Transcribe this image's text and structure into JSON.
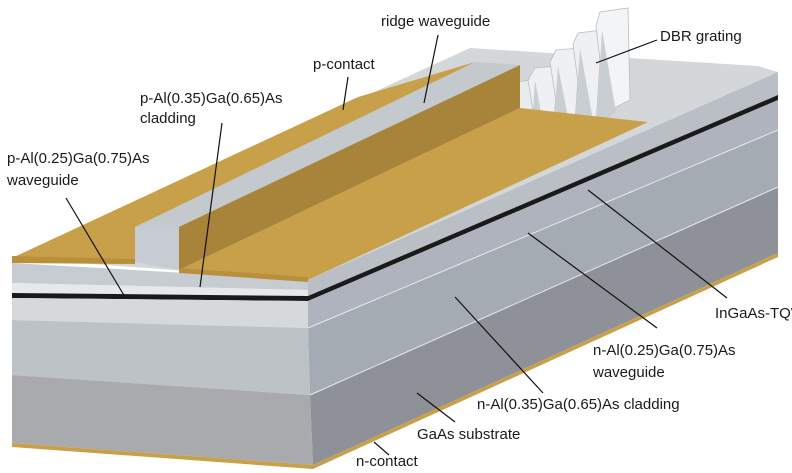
{
  "labels": {
    "ridge_waveguide": "ridge waveguide",
    "dbr_grating": "DBR grating",
    "p_contact": "p-contact",
    "p_cladding_1": "p-Al(0.35)Ga(0.65)As",
    "p_cladding_2": "cladding",
    "p_waveguide_1": "p-Al(0.25)Ga(0.75)As",
    "p_waveguide_2": "waveguide",
    "tqw": "InGaAs-TQW",
    "n_waveguide_1": "n-Al(0.25)Ga(0.75)As",
    "n_waveguide_2": "waveguide",
    "n_cladding": "n-Al(0.35)Ga(0.65)As cladding",
    "substrate": "GaAs substrate",
    "n_contact": "n-contact"
  },
  "colors": {
    "gold": "#c9a04a",
    "gold_dark": "#a7843a",
    "cladding": "#c6ccd1",
    "waveguide": "#e4e6e8",
    "qw": "#1a1a1a",
    "substrate": "#a8aaad"
  }
}
